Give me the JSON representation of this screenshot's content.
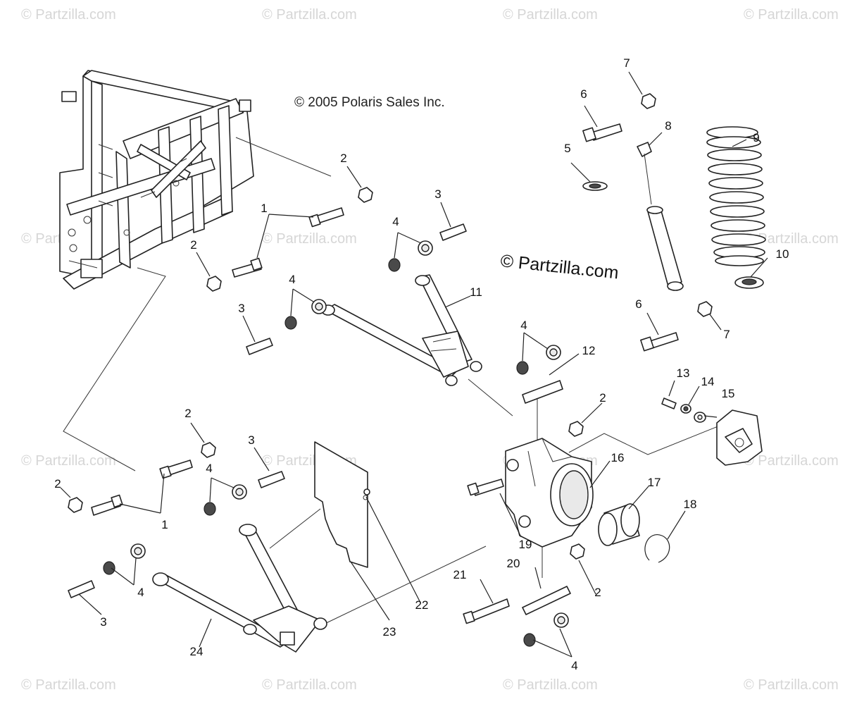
{
  "watermark": "© Partzilla.com",
  "copyright": "© 2005 Polaris Sales Inc.",
  "brand": "© Partzilla.com",
  "labels": {
    "l1a": "1",
    "l1b": "1",
    "l2a": "2",
    "l2b": "2",
    "l2c": "2",
    "l2d": "2",
    "l2e": "2",
    "l2f": "2",
    "l3a": "3",
    "l3b": "3",
    "l3c": "3",
    "l3d": "3",
    "l4a": "4",
    "l4b": "4",
    "l4c": "4",
    "l4d": "4",
    "l4e": "4",
    "l4f": "4",
    "l5": "5",
    "l6a": "6",
    "l6b": "6",
    "l7a": "7",
    "l7b": "7",
    "l8": "8",
    "l9": "9",
    "l10": "10",
    "l11": "11",
    "l12": "12",
    "l13": "13",
    "l14": "14",
    "l15": "15",
    "l16": "16",
    "l17": "17",
    "l18": "18",
    "l19": "19",
    "l20": "20",
    "l21": "21",
    "l22": "22",
    "l23": "23",
    "l24": "24"
  }
}
